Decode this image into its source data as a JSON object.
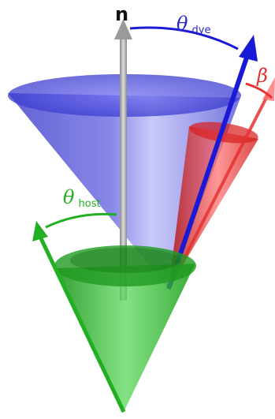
{
  "labels": {
    "director": "n",
    "theta_dye_symbol": "θ",
    "theta_dye_subscript": "dye",
    "beta_symbol": "β",
    "theta_host_symbol": "θ",
    "theta_host_subscript": "host"
  },
  "colors": {
    "director_axis": "#9a9a9a",
    "blue_cone": "#3333cc",
    "blue_arrow": "#1a1ad6",
    "red_cone": "#e01818",
    "red_arrow": "#e83030",
    "green_cone": "#1aa61a",
    "green_arrow": "#22b022",
    "dark_text": "#111111"
  },
  "icons": {
    "director_arrowhead": "arrow-up-icon",
    "dye_arrowhead": "arrow-up-right-icon",
    "host_arrowhead": "arrow-up-left-icon"
  }
}
